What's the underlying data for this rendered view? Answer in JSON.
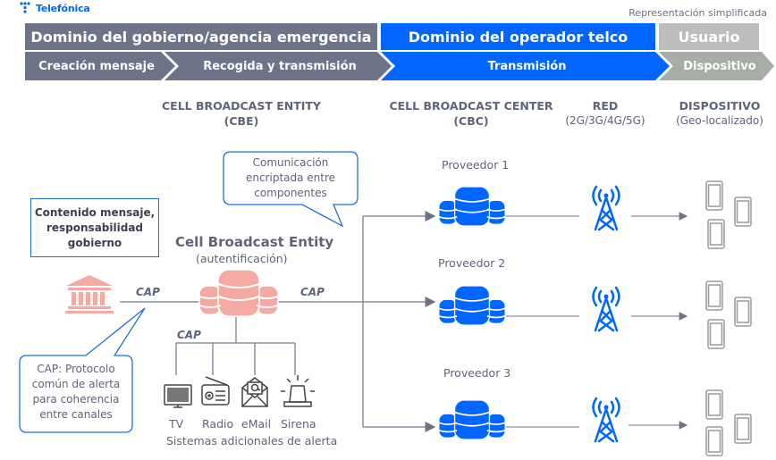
{
  "brand": {
    "name": "Telefónica",
    "color": "#0066ff"
  },
  "note": "Representación simplificada",
  "domains": [
    {
      "label": "Dominio del gobierno/agencia emergencia",
      "color": "#6e7488"
    },
    {
      "label": "Dominio del operador telco",
      "color": "#0066ff"
    },
    {
      "label": "Usuario",
      "color": "#bdbdbd"
    }
  ],
  "stages": [
    {
      "label": "Creación mensaje",
      "color": "#6e7488"
    },
    {
      "label": "Recogida y transmisión",
      "color": "#6e7488"
    },
    {
      "label": "Transmisión",
      "color": "#0066ff"
    },
    {
      "label": "Dispositivo",
      "color": "#a7aca6"
    }
  ],
  "columns": {
    "cbe": {
      "title": "CELL BROADCAST ENTITY",
      "sub": "(CBE)"
    },
    "cbc": {
      "title": "CELL BROADCAST CENTER",
      "sub": "(CBC)"
    },
    "red": {
      "title": "RED",
      "sub": "(2G/3G/4G/5G)"
    },
    "device": {
      "title": "DISPOSITIVO",
      "sub": "(Geo-localizado)"
    }
  },
  "gov_box": {
    "lines": [
      "Contenido mensaje,",
      "responsabilidad",
      "gobierno"
    ]
  },
  "cbe_node": {
    "title": "Cell Broadcast Entity",
    "sub": "(autentificación)",
    "color": "#f4a9a3"
  },
  "bubble_encrypt": {
    "lines": [
      "Comunicación",
      "encriptada entre",
      "componentes"
    ]
  },
  "bubble_cap": {
    "lines": [
      "CAP: Protocolo",
      "común de alerta",
      "para coherencia",
      "entre canales"
    ]
  },
  "cap_labels": [
    "CAP",
    "CAP",
    "CAP"
  ],
  "providers": [
    {
      "label": "Proveedor 1"
    },
    {
      "label": "Proveedor 2"
    },
    {
      "label": "Proveedor 3"
    }
  ],
  "alert_systems": {
    "items": [
      {
        "label": "TV",
        "icon": "tv-icon"
      },
      {
        "label": "Radio",
        "icon": "radio-icon"
      },
      {
        "label": "eMail",
        "icon": "email-icon"
      },
      {
        "label": "Sirena",
        "icon": "siren-icon"
      }
    ],
    "caption": "Sistemas adicionales de alerta"
  },
  "colors": {
    "line": "#8a8fa0",
    "accent_blue": "#0066ff",
    "gov_red": "#f4a9a3",
    "phone_gray": "#9a9a9a"
  }
}
